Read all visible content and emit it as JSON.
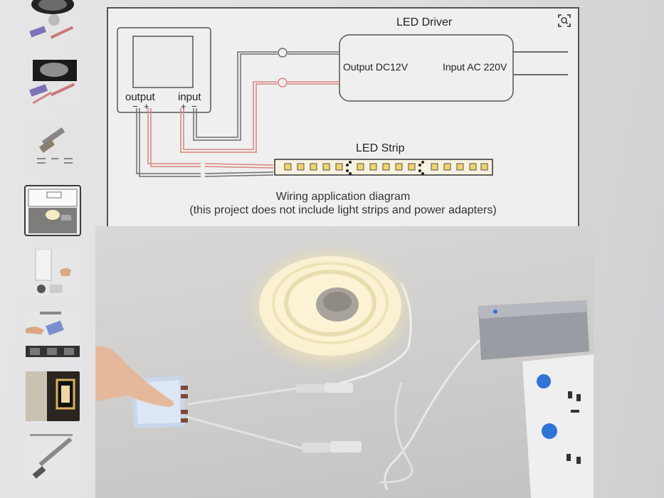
{
  "diagram": {
    "driver_title": "LED Driver",
    "driver_output": "Output DC12V",
    "driver_input": "Input AC 220V",
    "switch_output": "output",
    "switch_input": "input",
    "strip_title": "LED Strip",
    "minus": "−",
    "plus": "+",
    "caption_line1": "Wiring application diagram",
    "caption_line2": "(this project does not include light strips and power adapters)"
  },
  "icons": {
    "zoom": "scan-icon"
  },
  "colors": {
    "wire_gray": "#6d6d6d",
    "wire_red": "#d9847c",
    "led_yellow": "#f2d36b"
  }
}
